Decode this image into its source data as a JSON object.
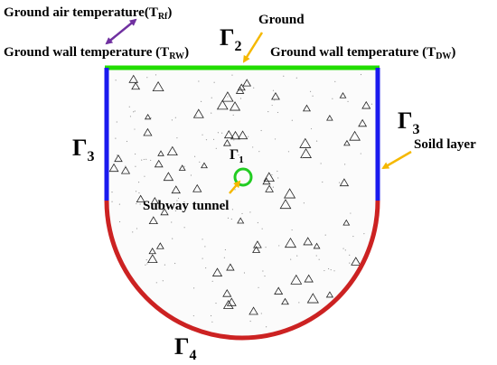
{
  "labels": {
    "ground_air_temp": "Ground air temperature(T",
    "ground_air_temp_sub": "Rf",
    "ground_air_temp_close": ")",
    "ground_wall_temp_left": "Ground wall temperature (T",
    "ground_wall_temp_left_sub": "RW",
    "ground_wall_temp_left_close": ")",
    "ground_wall_temp_right": "Ground wall temperature (T",
    "ground_wall_temp_right_sub": "DW",
    "ground_wall_temp_right_close": ")",
    "ground": "Ground",
    "soil_layer": "Soild layer",
    "subway_tunnel": "Subway tunnel"
  },
  "boundaries": {
    "gamma_symbol": "Γ",
    "gamma1_sub": "1",
    "gamma2_sub": "2",
    "gamma3_sub": "3",
    "gamma4_sub": "4"
  },
  "colors": {
    "ground_line": "#22dd00",
    "side_walls": "#1a1aee",
    "bottom_arc": "#cc2222",
    "tunnel_circle": "#22cc22",
    "arrow_orange": "#f5b800",
    "arrow_purple": "#7030a0"
  }
}
